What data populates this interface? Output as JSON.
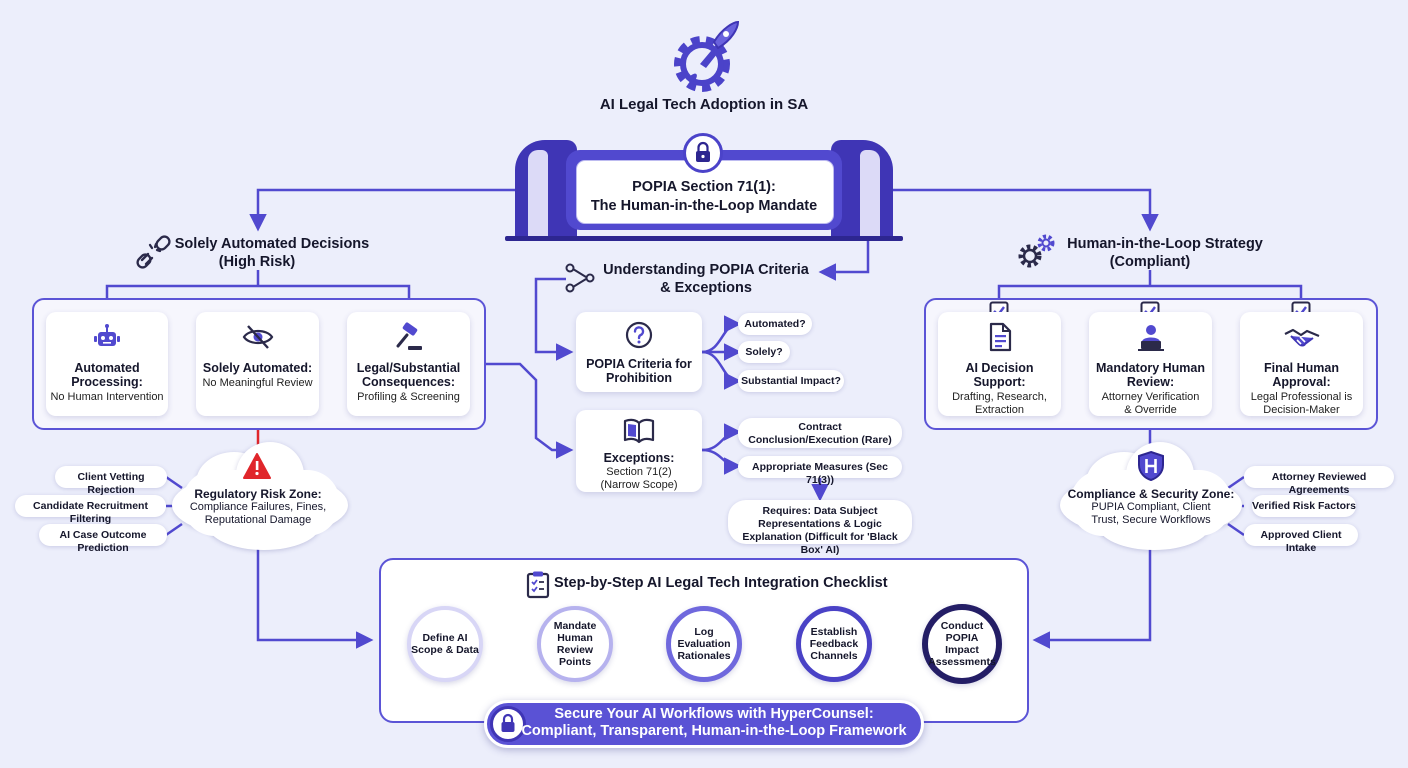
{
  "header": {
    "title": "AI Legal Tech Adoption in SA"
  },
  "banner": {
    "line1": "POPIA Section 71(1):",
    "line2": "The Human-in-the-Loop Mandate"
  },
  "left": {
    "heading_line1": "Solely Automated Decisions",
    "heading_line2": "(High Risk)",
    "cards": [
      {
        "title": "Automated Processing:",
        "sub": "No Human Intervention"
      },
      {
        "title": "Solely Automated:",
        "sub": "No Meaningful Review"
      },
      {
        "title": "Legal/Substantial Consequences:",
        "sub": "Profiling & Screening"
      }
    ],
    "risk_zone": {
      "title": "Regulatory Risk Zone:",
      "sub": "Compliance Failures, Fines, Reputational Damage"
    },
    "examples": [
      "Client Vetting Rejection",
      "Candidate Recruitment Filtering",
      "AI Case Outcome Prediction"
    ]
  },
  "center": {
    "heading_line1": "Understanding POPIA Criteria",
    "heading_line2": "& Exceptions",
    "criteria": {
      "title": "POPIA Criteria for Prohibition",
      "items": [
        "Automated?",
        "Solely?",
        "Substantial Impact?"
      ]
    },
    "exceptions": {
      "title": "Exceptions:",
      "sub": "Section 71(2) (Narrow Scope)",
      "items": [
        "Contract Conclusion/Execution (Rare)",
        "Appropriate Measures (Sec 71(3))"
      ],
      "requires": "Requires: Data Subject Representations & Logic Explanation (Difficult for 'Black Box' AI)"
    }
  },
  "right": {
    "heading_line1": "Human-in-the-Loop Strategy",
    "heading_line2": "(Compliant)",
    "cards": [
      {
        "title": "AI Decision Support:",
        "sub": "Drafting, Research, Extraction"
      },
      {
        "title": "Mandatory Human Review:",
        "sub": "Attorney Verification & Override"
      },
      {
        "title": "Final Human Approval:",
        "sub": "Legal Professional is Decision-Maker"
      }
    ],
    "zone": {
      "title": "Compliance & Security Zone:",
      "sub": "PUPIA Compliant, Client Trust, Secure Workflows"
    },
    "examples": [
      "Attorney Reviewed Agreements",
      "Verified Risk Factors",
      "Approved Client Intake"
    ]
  },
  "checklist": {
    "title": "Step-by-Step AI Legal Tech Integration Checklist",
    "steps": [
      "Define AI Scope & Data",
      "Mandate Human Review Points",
      "Log Evaluation Rationales",
      "Establish Feedback Channels",
      "Conduct POPIA Impact Assessments"
    ]
  },
  "cta": {
    "line1": "Secure Your AI Workflows with HyperCounsel:",
    "line2": "Compliant, Transparent, Human-in-the-Loop Framework"
  },
  "colors": {
    "accent": "#5149cf",
    "accent_dark": "#3f35b5",
    "danger": "#e0262b",
    "background": "#eceefb"
  },
  "icons": [
    "rocket-gear-icon",
    "lock-icon",
    "broken-link-icon",
    "robot-icon",
    "eye-slash-icon",
    "gavel-icon",
    "network-icon",
    "question-icon",
    "book-icon",
    "warning-icon",
    "gears-icon",
    "checkbox-icon",
    "document-icon",
    "person-laptop-icon",
    "handshake-icon",
    "shield-h-icon",
    "clipboard-icon"
  ]
}
